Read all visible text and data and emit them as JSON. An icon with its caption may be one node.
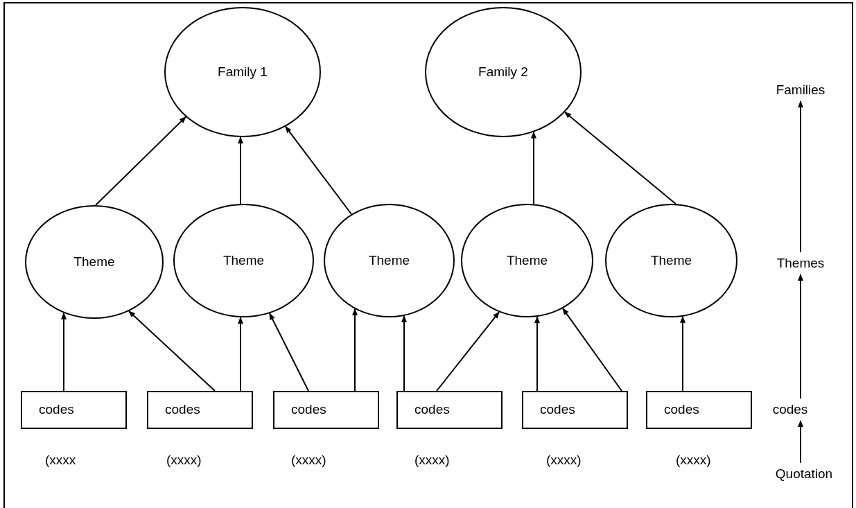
{
  "diagram": {
    "nodes": [
      {
        "text": [
          "Family 1"
        ]
      },
      {
        "text": [
          "Family 2"
        ]
      },
      {
        "text": [
          "Theme"
        ]
      },
      {
        "text": [
          "Theme"
        ]
      },
      {
        "text": [
          "Theme"
        ]
      },
      {
        "text": [
          "Theme"
        ]
      },
      {
        "text": [
          "Theme"
        ]
      },
      {
        "text": [
          "codes"
        ]
      },
      {
        "text": [
          "codes"
        ]
      },
      {
        "text": [
          "codes"
        ]
      },
      {
        "text": [
          "codes"
        ]
      },
      {
        "text": [
          "codes"
        ]
      },
      {
        "text": [
          "codes"
        ]
      },
      {
        "text": [
          "Families"
        ]
      },
      {
        "text": [
          "Themes"
        ]
      },
      {
        "text": [
          "codes"
        ]
      },
      {
        "text": [
          "Quotation"
        ]
      }
    ],
    "edges": [
      {
        "from": 2,
        "to": 0,
        "arrow": "to"
      },
      {
        "from": 3,
        "to": 0,
        "arrow": "to"
      },
      {
        "from": 4,
        "to": 0,
        "arrow": "to"
      },
      {
        "from": 5,
        "to": 1,
        "arrow": "to"
      },
      {
        "from": 6,
        "to": 1,
        "arrow": "to"
      },
      {
        "from": 7,
        "to": 2,
        "arrow": "to"
      },
      {
        "from": 8,
        "to": 2,
        "arrow": "to"
      },
      {
        "from": 8,
        "to": 3,
        "arrow": "to"
      },
      {
        "from": 9,
        "to": 3,
        "arrow": "to"
      },
      {
        "from": 9,
        "to": 4,
        "arrow": "to"
      },
      {
        "from": 10,
        "to": 4,
        "arrow": "to"
      },
      {
        "from": 10,
        "to": 5,
        "arrow": "to"
      },
      {
        "from": 11,
        "to": 5,
        "arrow": "to"
      },
      {
        "from": 11,
        "to": 5,
        "arrow": "to"
      },
      {
        "from": 12,
        "to": 6,
        "arrow": "to"
      },
      {
        "from": 14,
        "to": 13,
        "arrow": "to"
      },
      {
        "from": 15,
        "to": 14,
        "arrow": "to"
      },
      {
        "from": 16,
        "to": 15,
        "arrow": "to"
      }
    ],
    "labels": [
      "(xxxx",
      "(xxxx)",
      "(xxxx)",
      "(xxxx)",
      "(xxxx)",
      "(xxxx)"
    ]
  }
}
